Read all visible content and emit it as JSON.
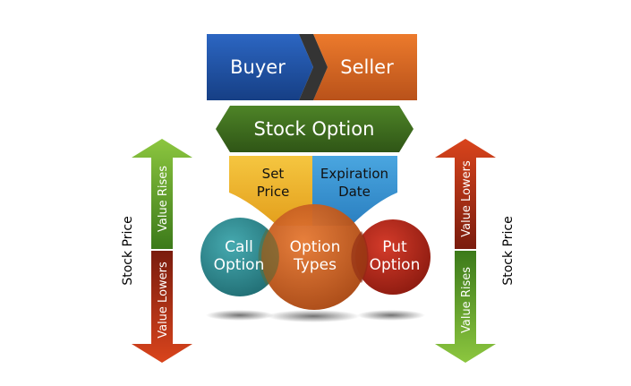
{
  "top": {
    "buyer": "Buyer",
    "seller": "Seller"
  },
  "banner": {
    "title": "Stock Option"
  },
  "middle": {
    "set_price_line1": "Set",
    "set_price_line2": "Price",
    "expiration_line1": "Expiration",
    "expiration_line2": "Date"
  },
  "circles": {
    "call_line1": "Call",
    "call_line2": "Option",
    "types_line1": "Option",
    "types_line2": "Types",
    "put_line1": "Put",
    "put_line2": "Option"
  },
  "left_axis": {
    "label": "Stock Price",
    "up_label": "Value Rises",
    "down_label": "Value Lowers"
  },
  "right_axis": {
    "label": "Stock Price",
    "up_label": "Value Lowers",
    "down_label": "Value Rises"
  },
  "colors": {
    "buyer": "#1f4f9c",
    "seller": "#d2611d",
    "banner": "#3f6e1f",
    "set_price": "#f0b428",
    "expiration": "#3a93d2",
    "call": "#2f8f96",
    "types": "#cf5d1f",
    "put": "#b3261a",
    "green": "#6cae2a",
    "red": "#b83417"
  }
}
